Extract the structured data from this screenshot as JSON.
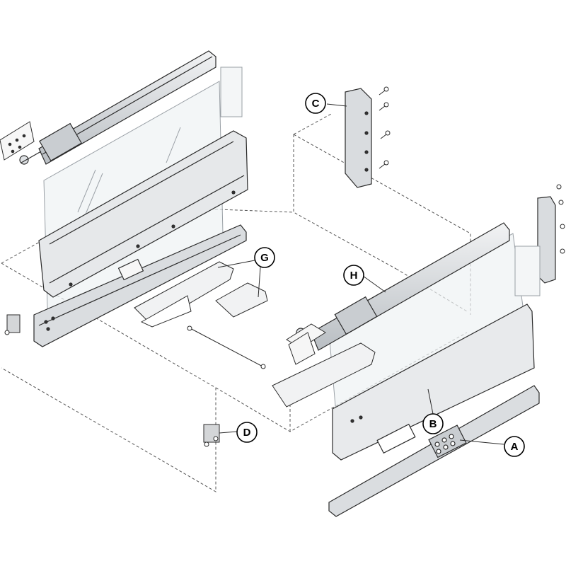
{
  "diagram": {
    "labels": [
      {
        "id": "A",
        "text": "A"
      },
      {
        "id": "B",
        "text": "B"
      },
      {
        "id": "C",
        "text": "C"
      },
      {
        "id": "D",
        "text": "D"
      },
      {
        "id": "G",
        "text": "G"
      },
      {
        "id": "H",
        "text": "H"
      }
    ]
  },
  "colors": {
    "line": "#2b2b2b",
    "dashed": "#555555",
    "metal": "#d4d6d8",
    "metal_dark": "#9aa0a6",
    "glass": "#eef2f4",
    "background": "#ffffff"
  }
}
